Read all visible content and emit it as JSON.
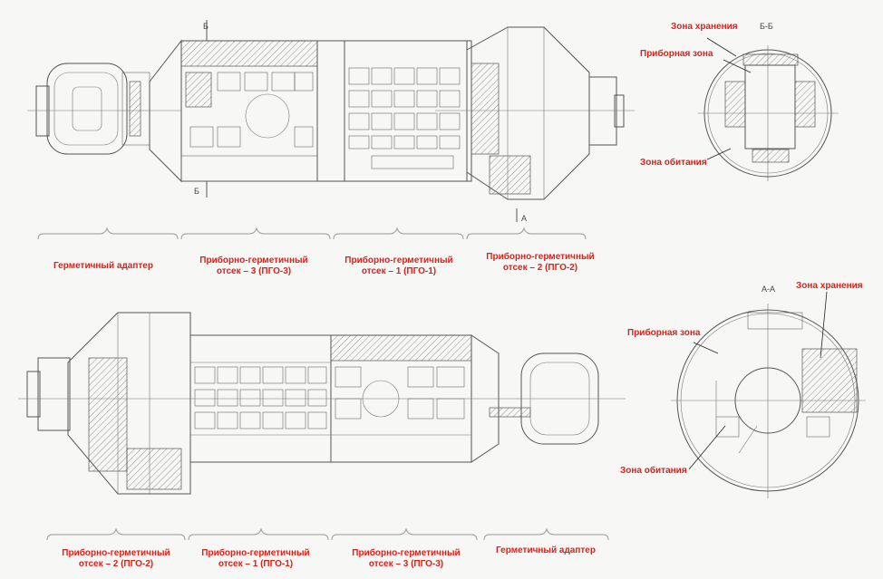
{
  "top_view": {
    "section_labels": [
      "Б",
      "Б",
      "А"
    ],
    "segments": [
      {
        "line1": "Герметичный адаптер",
        "line2": ""
      },
      {
        "line1": "Приборно-герметичный",
        "line2": "отсек – 3 (ПГО-3)"
      },
      {
        "line1": "Приборно-герметичный",
        "line2": "отсек – 1 (ПГО-1)"
      },
      {
        "line1": "Приборно-герметичный",
        "line2": "отсек – 2 (ПГО-2)"
      }
    ]
  },
  "bottom_view": {
    "segments": [
      {
        "line1": "Приборно-герметичный",
        "line2": "отсек – 2 (ПГО-2)"
      },
      {
        "line1": "Приборно-герметичный",
        "line2": "отсек – 1 (ПГО-1)"
      },
      {
        "line1": "Приборно-герметичный",
        "line2": "отсек – 3 (ПГО-3)"
      },
      {
        "line1": "Герметичный адаптер",
        "line2": ""
      }
    ]
  },
  "section_bb": {
    "title": "Б-Б",
    "storage": "Зона хранения",
    "instrument": "Приборная зона",
    "habitation": "Зона обитания"
  },
  "section_aa": {
    "title": "А-А",
    "storage": "Зона хранения",
    "instrument": "Приборная зона",
    "habitation": "Зона обитания"
  },
  "colors": {
    "label_red": "#d8231c",
    "line": "#555555"
  }
}
